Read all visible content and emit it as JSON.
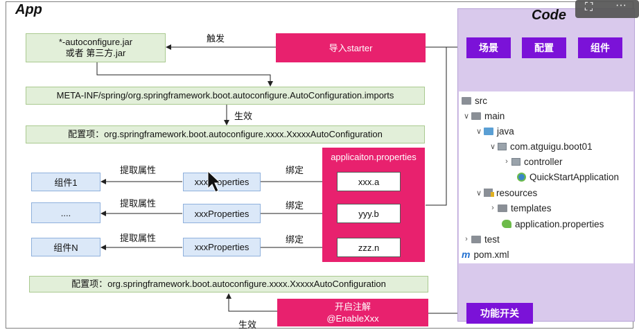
{
  "app_title": "App",
  "code_title": "Code",
  "boxes": {
    "jar_line1": "*-autoconfigure.jar",
    "jar_line2": "或者 第三方.jar",
    "import_starter": "导入starter",
    "imports_file": "META-INF/spring/org.springframework.boot.autoconfigure.AutoConfiguration.imports",
    "config_item_1": "配置项：org.springframework.boot.autoconfigure.xxxx.XxxxxAutoConfiguration",
    "config_item_2": "配置项：org.springframework.boot.autoconfigure.xxxx.XxxxxAutoConfiguration",
    "app_properties_header": "applicaiton.properties",
    "prop_values": [
      "xxx.a",
      "yyy.b",
      "zzz.n"
    ],
    "components": [
      "组件1",
      "....",
      "组件N"
    ],
    "properties_classes": [
      "xxxProperties",
      "xxxProperties",
      "xxxProperties"
    ],
    "enable_line1": "开启注解",
    "enable_line2": "@EnableXxx"
  },
  "labels": {
    "trigger": "触发",
    "take_effect_1": "生效",
    "take_effect_2": "生效",
    "extract": [
      "提取属性",
      "提取属性",
      "提取属性"
    ],
    "bind": [
      "绑定",
      "绑定",
      "绑定"
    ]
  },
  "code_buttons": [
    "场景",
    "配置",
    "组件"
  ],
  "feature_switch": "功能开关",
  "tree": {
    "src": "src",
    "main": "main",
    "java": "java",
    "package": "com.atguigu.boot01",
    "controller": "controller",
    "app_class": "QuickStartApplication",
    "resources": "resources",
    "templates": "templates",
    "app_properties": "application.properties",
    "test": "test",
    "pom": "pom.xml"
  },
  "colors": {
    "pink": "#e8216e",
    "purple": "#7b12d8",
    "green_fill": "#e2efd9",
    "blue_fill": "#dbe8f8",
    "code_panel": "#d9c9ec"
  }
}
